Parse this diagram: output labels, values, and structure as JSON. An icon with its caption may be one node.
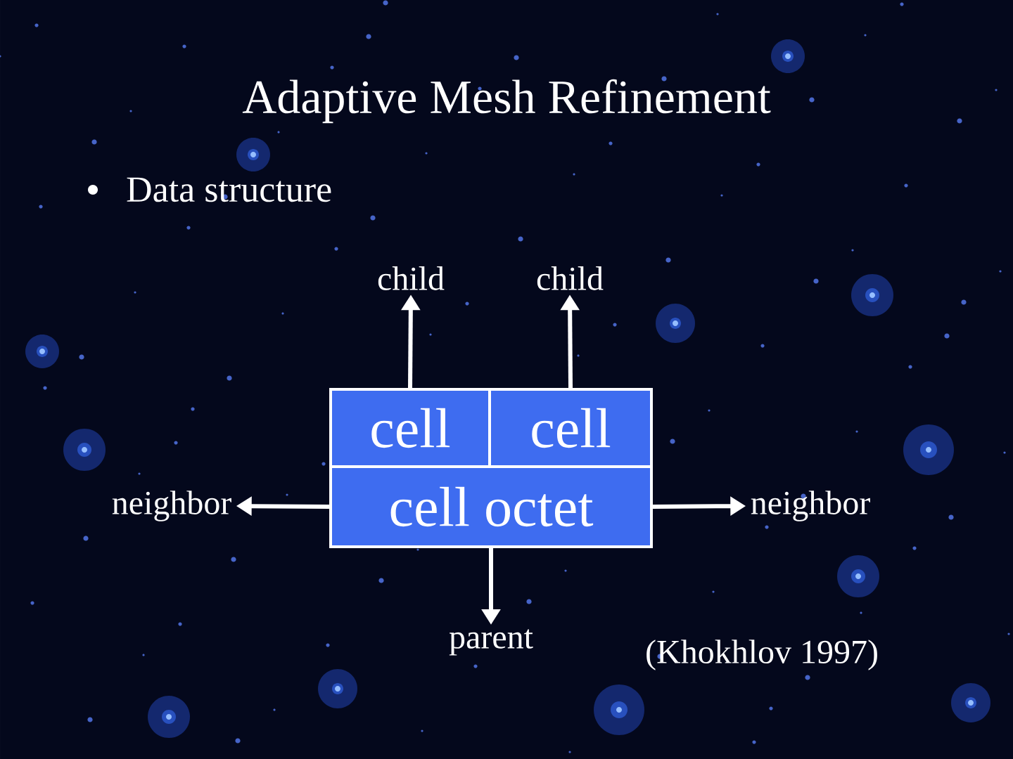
{
  "diagram": {
    "title": "Adaptive Mesh Refinement",
    "nodes": [
      {
        "text": [
          "cell"
        ]
      },
      {
        "text": [
          "cell"
        ]
      },
      {
        "text": [
          "cell octet"
        ]
      },
      {
        "text": [
          "child"
        ]
      },
      {
        "text": [
          "child"
        ]
      },
      {
        "text": [
          "neighbor"
        ]
      },
      {
        "text": [
          "neighbor"
        ]
      },
      {
        "text": [
          "parent"
        ]
      }
    ],
    "edges": [
      {
        "from": 0,
        "to": 3,
        "arrow": "to"
      },
      {
        "from": 1,
        "to": 4,
        "arrow": "to"
      },
      {
        "from": 2,
        "to": 5,
        "arrow": "to"
      },
      {
        "from": 2,
        "to": 6,
        "arrow": "to"
      },
      {
        "from": 2,
        "to": 7,
        "arrow": "to"
      }
    ],
    "labels": [
      "Data structure",
      "(Khokhlov 1997)"
    ]
  }
}
